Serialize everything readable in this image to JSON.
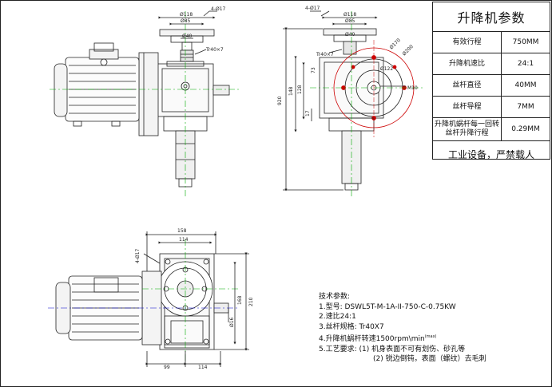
{
  "table": {
    "title": "升降机参数",
    "rows": [
      {
        "name": "有效行程",
        "value": "750MM"
      },
      {
        "name": "升降机速比",
        "value": "24:1"
      },
      {
        "name": "丝杆直径",
        "value": "40MM"
      },
      {
        "name": "丝杆导程",
        "value": "7MM"
      },
      {
        "name": "升降机蜗杆每一回转丝杆升降行程",
        "value": "0.29MM"
      }
    ],
    "footer": "工业设备，严禁载人"
  },
  "tech": {
    "heading": "技术参数:",
    "l1": "1.型号: DSWL5T-M-1A-II-750-C-0.75KW",
    "l2": "2.速比24:1",
    "l3": "3.丝杆规格: Tr40X7",
    "l4": "4.升降机蜗杆转速1500rpm\\min",
    "l4_sup": "(max)",
    "l5": "5.工艺要求:  (1) 机身表面不可有划伤、砂孔等",
    "l6": "(2) 锐边倒钝，表面（螺纹）去毛刺"
  },
  "dims": {
    "front": {
      "d118": "Ø118",
      "d85": "Ø85",
      "d40": "Ø40",
      "holes": "4-Ø17",
      "thread": "Tr40×7"
    },
    "side": {
      "holes": "4-Ø17",
      "d118": "Ø118",
      "d85": "Ø85",
      "d40": "Ø40",
      "thread": "Tr40×7",
      "h920": "920",
      "h148": "148",
      "h128": "128",
      "h17": "17",
      "h73": "73",
      "m10": "M10",
      "d200": "Ø200",
      "d170": "Ø170",
      "d122": "Ø122"
    },
    "plan": {
      "w158": "158",
      "w114": "114",
      "holes": "4-Ø17",
      "h168": "168",
      "h210": "210",
      "d16": "Ø16",
      "w99": "99",
      "w114b": "114"
    }
  }
}
